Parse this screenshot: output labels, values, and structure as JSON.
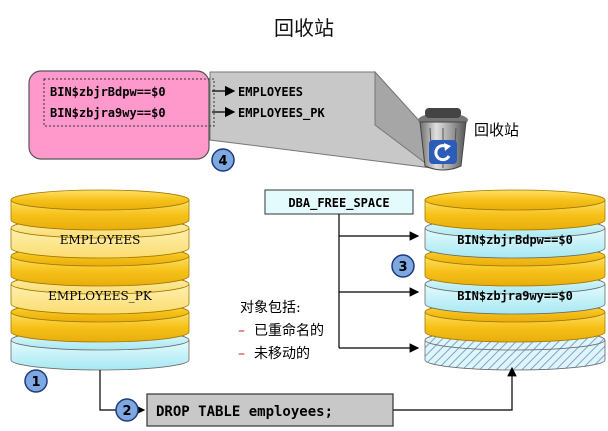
{
  "title": "回收站",
  "recycle_bin": {
    "label": "回收站",
    "entries": [
      {
        "bin_name": "BIN$zbjrBdpw==$0",
        "original": "EMPLOYEES"
      },
      {
        "bin_name": "BIN$zbjra9wy==$0",
        "original": "EMPLOYEES_PK"
      }
    ]
  },
  "left_stack": {
    "bands": [
      "EMPLOYEES",
      "EMPLOYEES_PK"
    ]
  },
  "free_space_label": "DBA_FREE_SPACE",
  "right_stack": {
    "bands": [
      "BIN$zbjrBdpw==$0",
      "BIN$zbjra9wy==$0"
    ]
  },
  "notes": {
    "heading": "对象包括:",
    "items": [
      "已重命名的",
      "未移动的"
    ],
    "bullet": "–"
  },
  "command": "DROP TABLE employees;",
  "steps": [
    "1",
    "2",
    "3",
    "4"
  ],
  "colors": {
    "band_yellow": "#f8cc30",
    "band_light": "#fbe07a",
    "band_cyan": "#bdf1f7",
    "pink_box": "#ff99cc",
    "gray_box": "#c8c8c8",
    "step_circle": "#7fa7e0",
    "bullet_red": "#cc2222"
  }
}
